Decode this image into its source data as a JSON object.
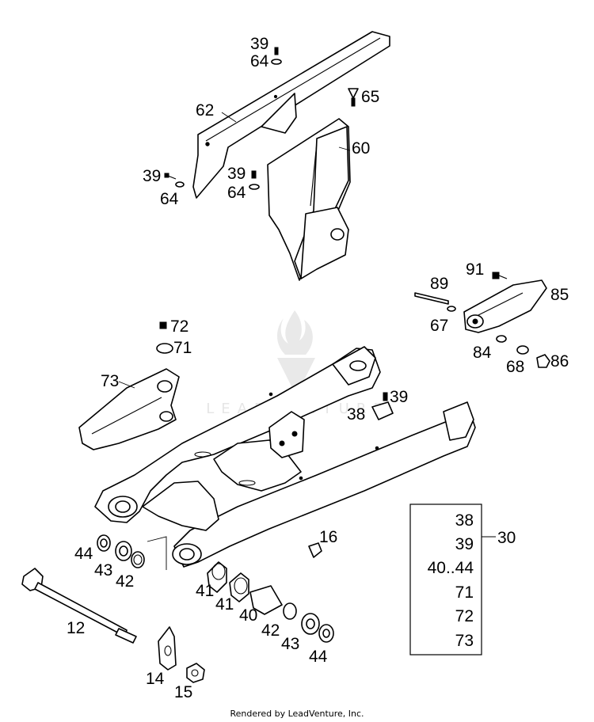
{
  "callouts": [
    {
      "id": "c39a",
      "text": "39"
    },
    {
      "id": "c64a",
      "text": "64"
    },
    {
      "id": "c65",
      "text": "65"
    },
    {
      "id": "c62",
      "text": "62"
    },
    {
      "id": "c60",
      "text": "60"
    },
    {
      "id": "c39b",
      "text": "39"
    },
    {
      "id": "c64b",
      "text": "64"
    },
    {
      "id": "c39c",
      "text": "39"
    },
    {
      "id": "c64c",
      "text": "64"
    },
    {
      "id": "c91",
      "text": "91"
    },
    {
      "id": "c89",
      "text": "89"
    },
    {
      "id": "c85",
      "text": "85"
    },
    {
      "id": "c67",
      "text": "67"
    },
    {
      "id": "c84",
      "text": "84"
    },
    {
      "id": "c68",
      "text": "68"
    },
    {
      "id": "c86",
      "text": "86"
    },
    {
      "id": "c72",
      "text": "72"
    },
    {
      "id": "c71",
      "text": "71"
    },
    {
      "id": "c73",
      "text": "73"
    },
    {
      "id": "c39d",
      "text": "39"
    },
    {
      "id": "c38",
      "text": "38"
    },
    {
      "id": "c16",
      "text": "16"
    },
    {
      "id": "c44a",
      "text": "44"
    },
    {
      "id": "c43a",
      "text": "43"
    },
    {
      "id": "c42a",
      "text": "42"
    },
    {
      "id": "c12",
      "text": "12"
    },
    {
      "id": "c41a",
      "text": "41"
    },
    {
      "id": "c41b",
      "text": "41"
    },
    {
      "id": "c40",
      "text": "40"
    },
    {
      "id": "c42b",
      "text": "42"
    },
    {
      "id": "c43b",
      "text": "43"
    },
    {
      "id": "c44b",
      "text": "44"
    },
    {
      "id": "c14",
      "text": "14"
    },
    {
      "id": "c15",
      "text": "15"
    }
  ],
  "kit_legend": {
    "kit_number": "30",
    "items": [
      "38",
      "39",
      "40..44",
      "71",
      "72",
      "73"
    ]
  },
  "watermark_text": "LEADVENTURE",
  "footer": "Rendered by LeadVenture, Inc."
}
